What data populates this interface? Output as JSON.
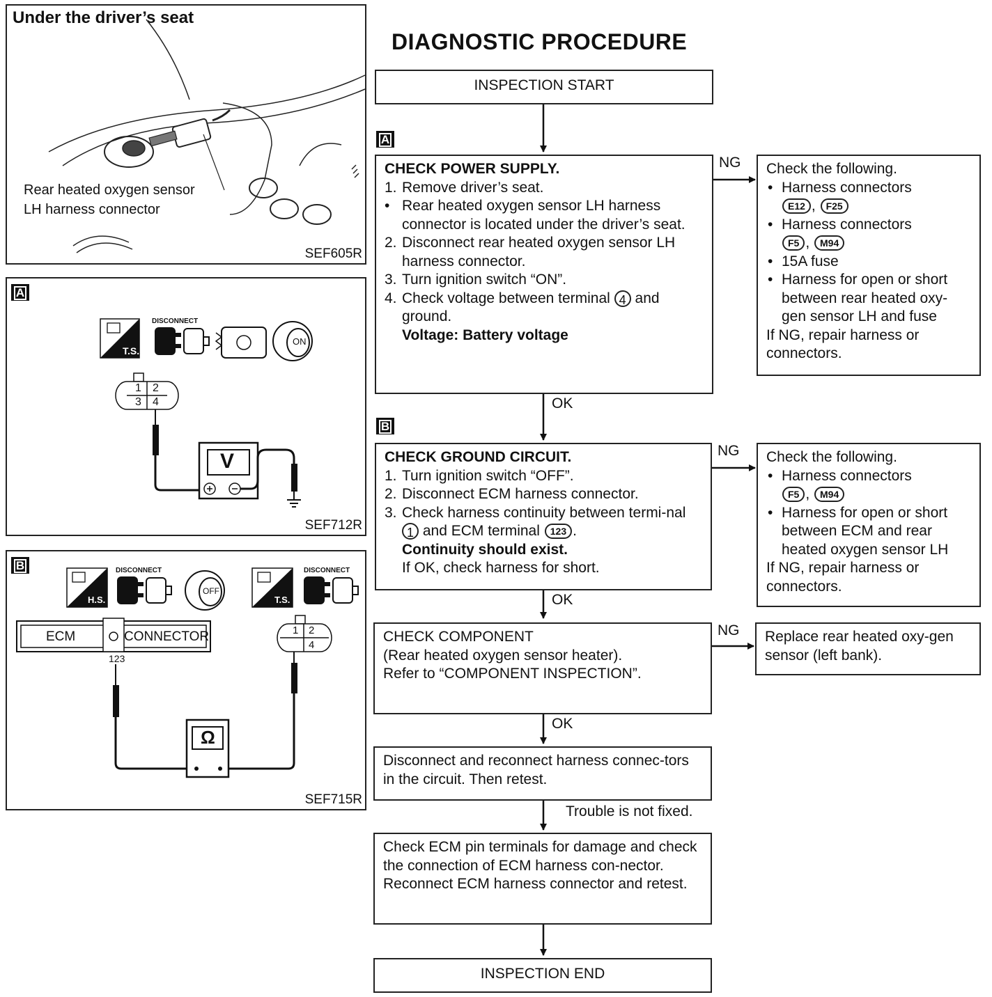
{
  "page_title": "DIAGNOSTIC PROCEDURE",
  "panels": {
    "seat": {
      "heading": "Under the driver’s seat",
      "callout_line1": "Rear heated oxygen sensor",
      "callout_line2": "LH harness connector",
      "code": "SEF605R"
    },
    "a": {
      "badge": "A",
      "disconnect": "DISCONNECT",
      "ts": "T.S.",
      "on": "ON",
      "pin1": "1",
      "pin2": "2",
      "pin3": "3",
      "pin4": "4",
      "meter": "V",
      "code": "SEF712R"
    },
    "b": {
      "badge": "B",
      "disconnect1": "DISCONNECT",
      "disconnect2": "DISCONNECT",
      "hs": "H.S.",
      "ts": "T.S.",
      "off": "OFF",
      "ecm": "ECM",
      "connector": "CONNECTOR",
      "terminal": "123",
      "pin1": "1",
      "pin2": "2",
      "pin4": "4",
      "meter": "Ω",
      "code": "SEF715R"
    }
  },
  "flow": {
    "start": "INSPECTION START",
    "end": "INSPECTION END",
    "badge_a": "A",
    "badge_b": "B",
    "labels": {
      "ng": "NG",
      "ok": "OK",
      "trouble": "Trouble is not fixed."
    },
    "step_a": {
      "title": "CHECK POWER SUPPLY.",
      "s1_num": "1.",
      "s1": "Remove driver’s seat.",
      "s1_bullet": "Rear heated oxygen sensor LH harness connector is located under the driver’s seat.",
      "s2_num": "2.",
      "s2": "Disconnect rear heated oxygen sensor LH harness connector.",
      "s3_num": "3.",
      "s3": "Turn ignition switch “ON”.",
      "s4_num": "4.",
      "s4_pre": "Check voltage between terminal",
      "s4_term": "4",
      "s4_post": "and ground.",
      "spec": "Voltage: Battery voltage"
    },
    "ng_a": {
      "intro": "Check the following.",
      "b1": "Harness connectors",
      "b1_c1": "E12",
      "b1_c2": "F25",
      "b2": "Harness connectors",
      "b2_c1": "F5",
      "b2_c2": "M94",
      "b3": "15A fuse",
      "b4": "Harness for open or short between rear heated oxy-gen sensor LH and fuse",
      "outro": "If NG, repair harness or connectors."
    },
    "step_b": {
      "title": "CHECK GROUND CIRCUIT.",
      "s1_num": "1.",
      "s1": "Turn ignition switch “OFF”.",
      "s2_num": "2.",
      "s2": "Disconnect ECM harness connector.",
      "s3_num": "3.",
      "s3_pre": "Check harness continuity between termi-nal",
      "s3_term": "1",
      "s3_mid": "and ECM terminal",
      "s3_ecm": "123",
      "s3_post": ".",
      "spec": "Continuity should exist.",
      "note": "If OK, check harness for short."
    },
    "ng_b": {
      "intro": "Check the following.",
      "b1": "Harness connectors",
      "b1_c1": "F5",
      "b1_c2": "M94",
      "b2": "Harness for open or short between ECM and rear heated oxygen sensor LH",
      "outro": "If NG, repair harness or connectors."
    },
    "step_c": {
      "line1": "CHECK COMPONENT",
      "line2": "(Rear heated oxygen sensor heater).",
      "line3": "Refer to “COMPONENT INSPECTION”."
    },
    "ng_c": {
      "text": "Replace rear heated oxy-gen sensor (left bank)."
    },
    "step_d": {
      "text": "Disconnect and reconnect harness connec-tors in the circuit. Then retest."
    },
    "step_e": {
      "text": "Check ECM pin terminals for damage and check the connection of ECM harness con-nector. Reconnect ECM harness connector and retest."
    }
  }
}
